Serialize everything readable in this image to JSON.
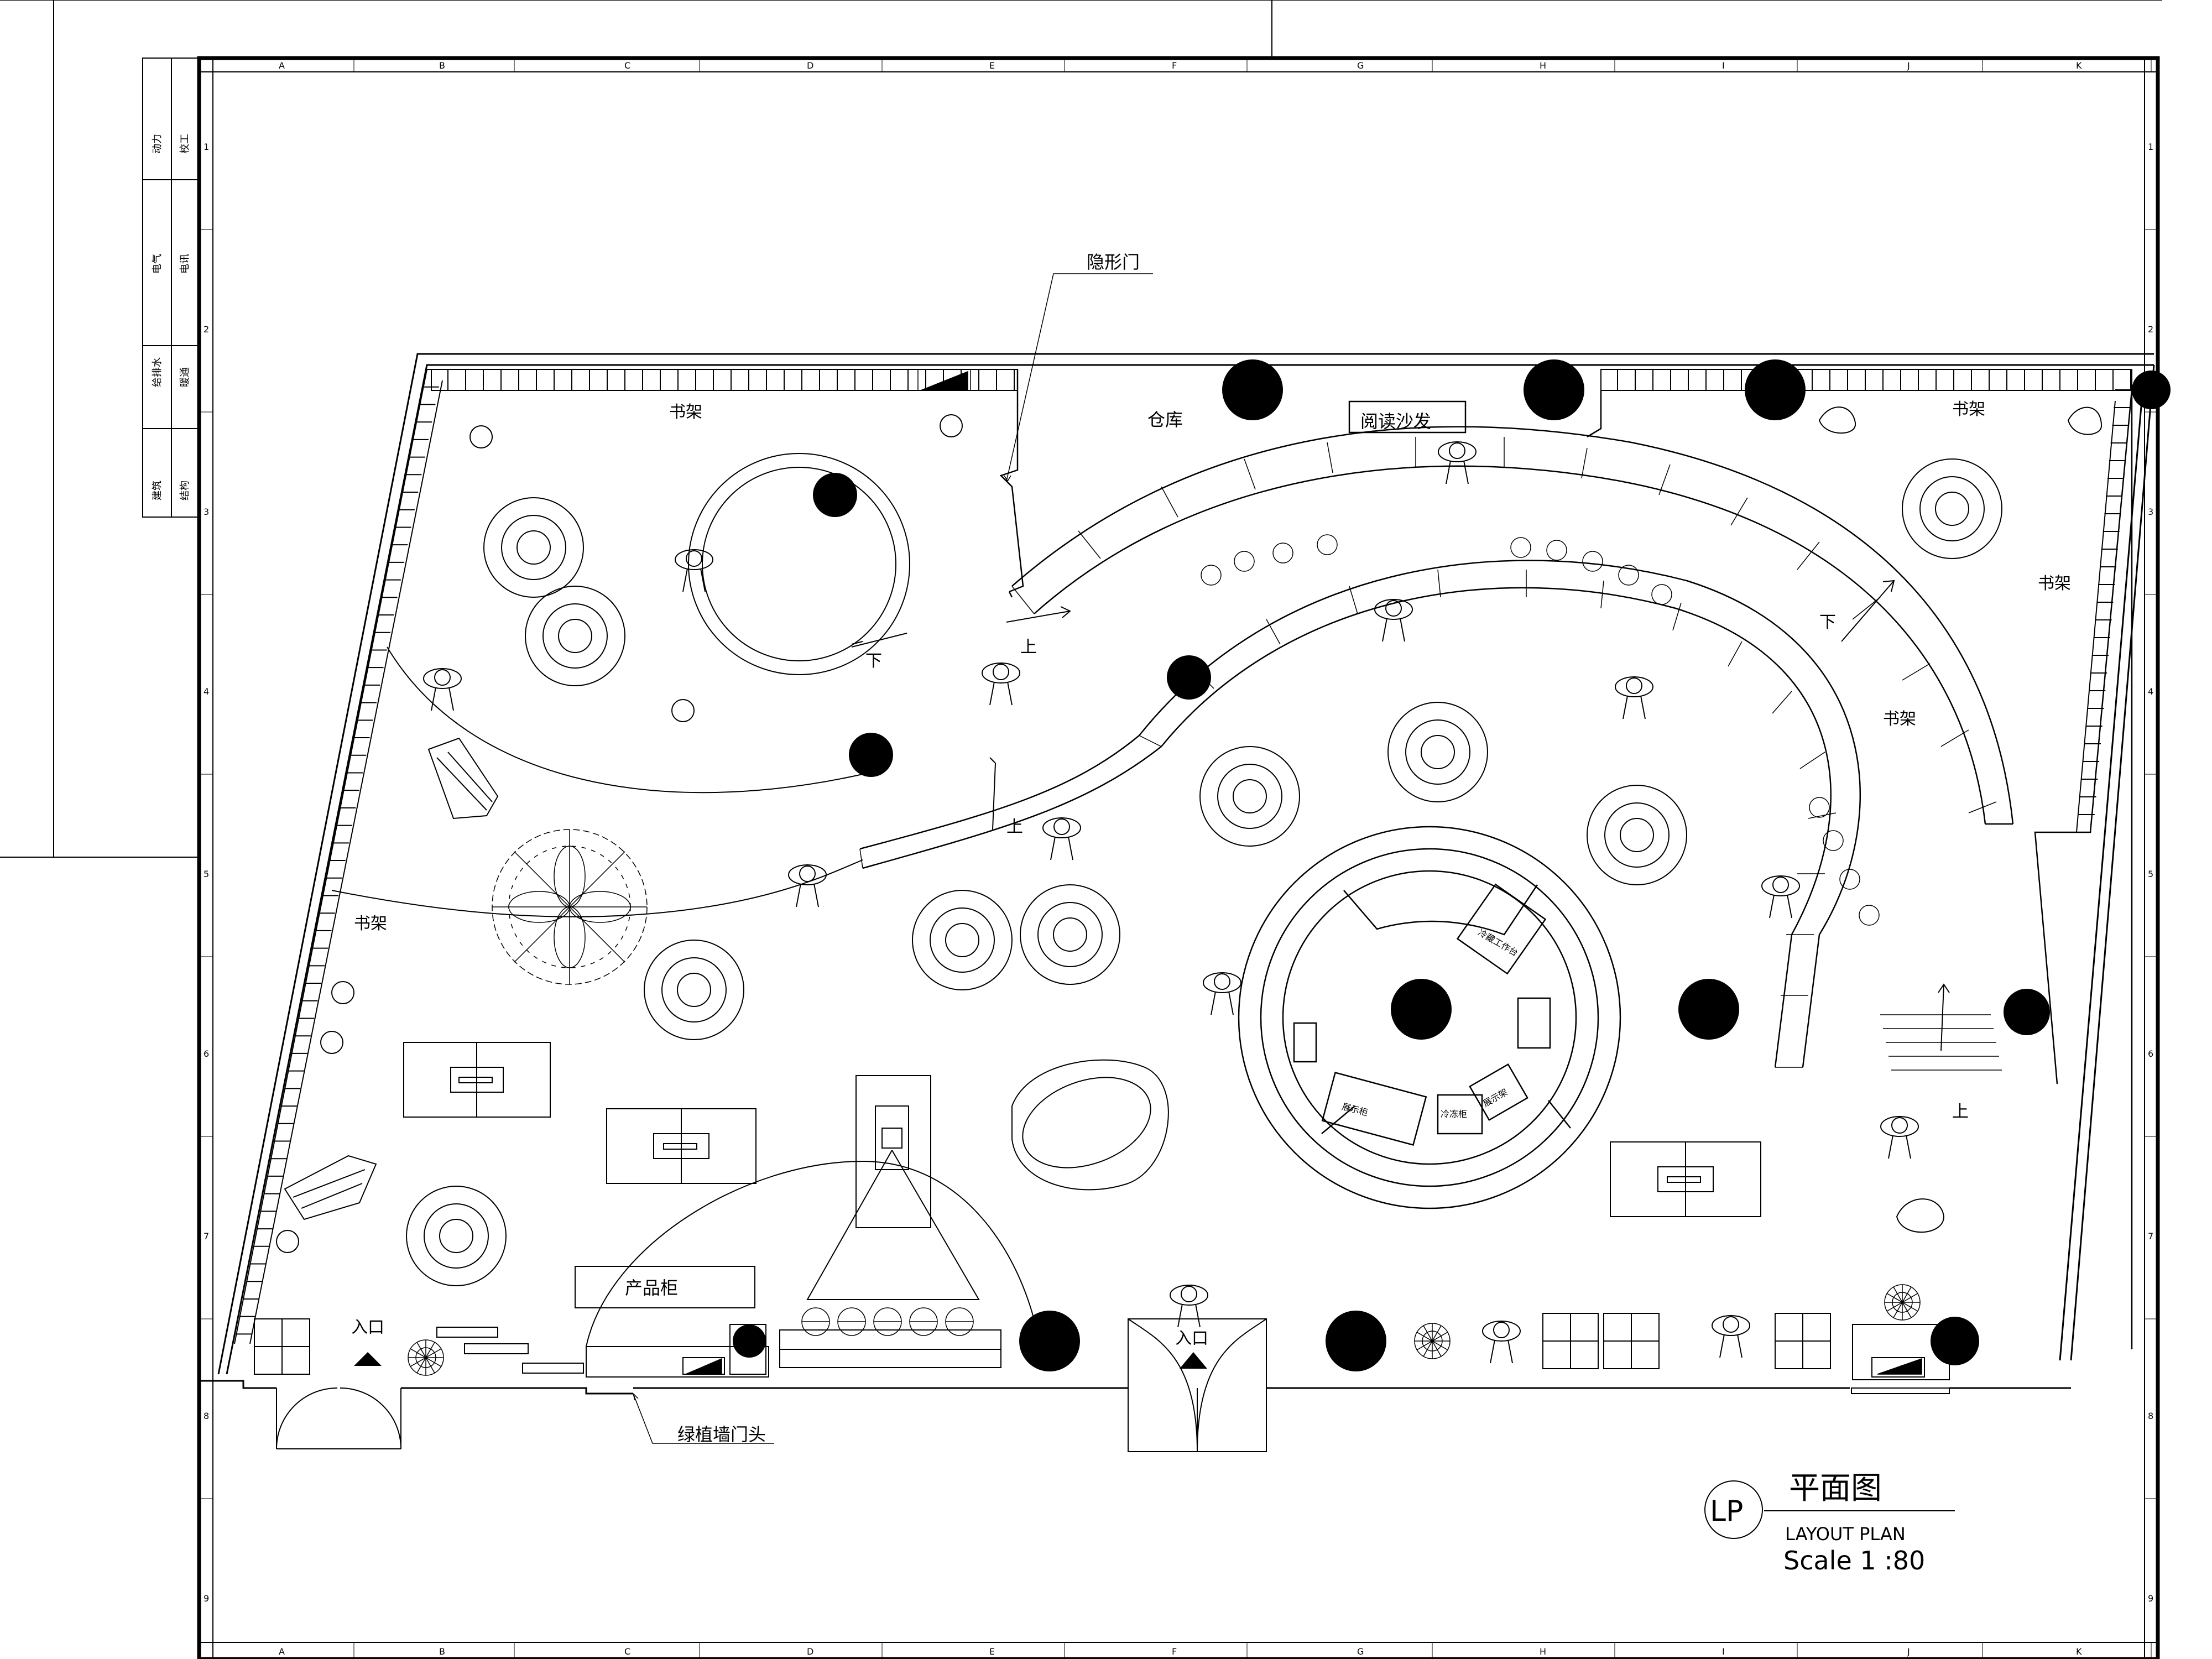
{
  "grid": {
    "columns": [
      "A",
      "B",
      "C",
      "D",
      "E",
      "F",
      "G",
      "H",
      "I",
      "J",
      "K"
    ],
    "rows": [
      "1",
      "2",
      "3",
      "4",
      "5",
      "6",
      "7",
      "8",
      "9"
    ]
  },
  "title_block": {
    "cells": [
      "动力",
      "校工",
      "电气",
      "电讯",
      "给排水",
      "暖通",
      "建筑",
      "结构"
    ]
  },
  "labels": {
    "hidden_door": "隐形门",
    "warehouse": "仓库",
    "reading_sofa": "阅读沙发",
    "bookshelf_top_left": "书架",
    "bookshelf_top_right": "书架",
    "bookshelf_right": "书架",
    "bookshelf_left": "书架",
    "bookshelf_curve": "书架",
    "product_cabinet": "产品柜",
    "green_wall_door": "绿植墙门头",
    "entrance_left": "入口",
    "entrance_center": "入口",
    "up_1": "上",
    "up_2": "上",
    "up_3": "上",
    "down_1": "下",
    "down_2": "下",
    "kiosk_1": "冷藏工作台",
    "kiosk_2": "展示柜",
    "kiosk_3": "冷冻柜",
    "kiosk_4": "展示架"
  },
  "legend": {
    "badge": "LP",
    "title": "平面图",
    "subtitle": "LAYOUT PLAN",
    "scale": "Scale 1 :80"
  }
}
